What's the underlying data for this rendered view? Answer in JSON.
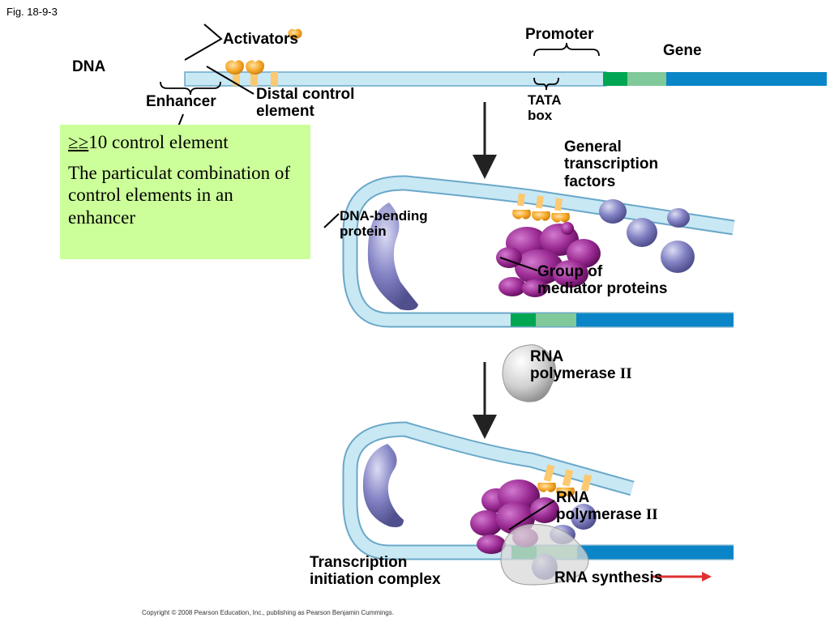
{
  "figure_label": "Fig. 18-9-3",
  "labels": {
    "dna": "DNA",
    "activators": "Activators",
    "enhancer": "Enhancer",
    "distal_line1": "Distal control",
    "distal_line2": "element",
    "promoter": "Promoter",
    "gene": "Gene",
    "tata_line1": "TATA",
    "tata_line2": "box",
    "gtf_line1": "General",
    "gtf_line2": "transcription",
    "gtf_line3": "factors",
    "dna_bending_line1": "DNA-bending",
    "dna_bending_line2": "protein",
    "mediator_line1": "Group of",
    "mediator_line2": "mediator proteins",
    "rnap1_line1": "RNA",
    "rnap1_line2": "polymerase ",
    "rnap1_numeral": "II",
    "rnap2_line1": "RNA",
    "rnap2_line2": "polymerase ",
    "rnap2_numeral": "II",
    "tic_line1": "Transcription",
    "tic_line2": "initiation complex",
    "rna_synthesis": "RNA synthesis"
  },
  "note": {
    "line1_symbols": "≥≥",
    "line1_text": "10 control element",
    "paragraph": "The particulat combination of control elements in an enhancer"
  },
  "copyright": "Copyright © 2008 Pearson Education, Inc., publishing as Pearson Benjamin Cummings.",
  "colors": {
    "dna_fill": "#c8e8f4",
    "dna_outline": "#6aa8c8",
    "gene_blue": "#0a86c8",
    "promoter_green": "#00a651",
    "promoter_lightgreen": "#80c99a",
    "activator_orange": "#f5a623",
    "control_element": "#fcc970",
    "mediator_purple": "#8b1f7f",
    "bending_protein": "#8c8cc4",
    "gtf_protein": "#7474b8",
    "rna_polymerase": "#cfcfcf",
    "note_bg": "#ccff99",
    "rna_arrow": "#e03030"
  }
}
